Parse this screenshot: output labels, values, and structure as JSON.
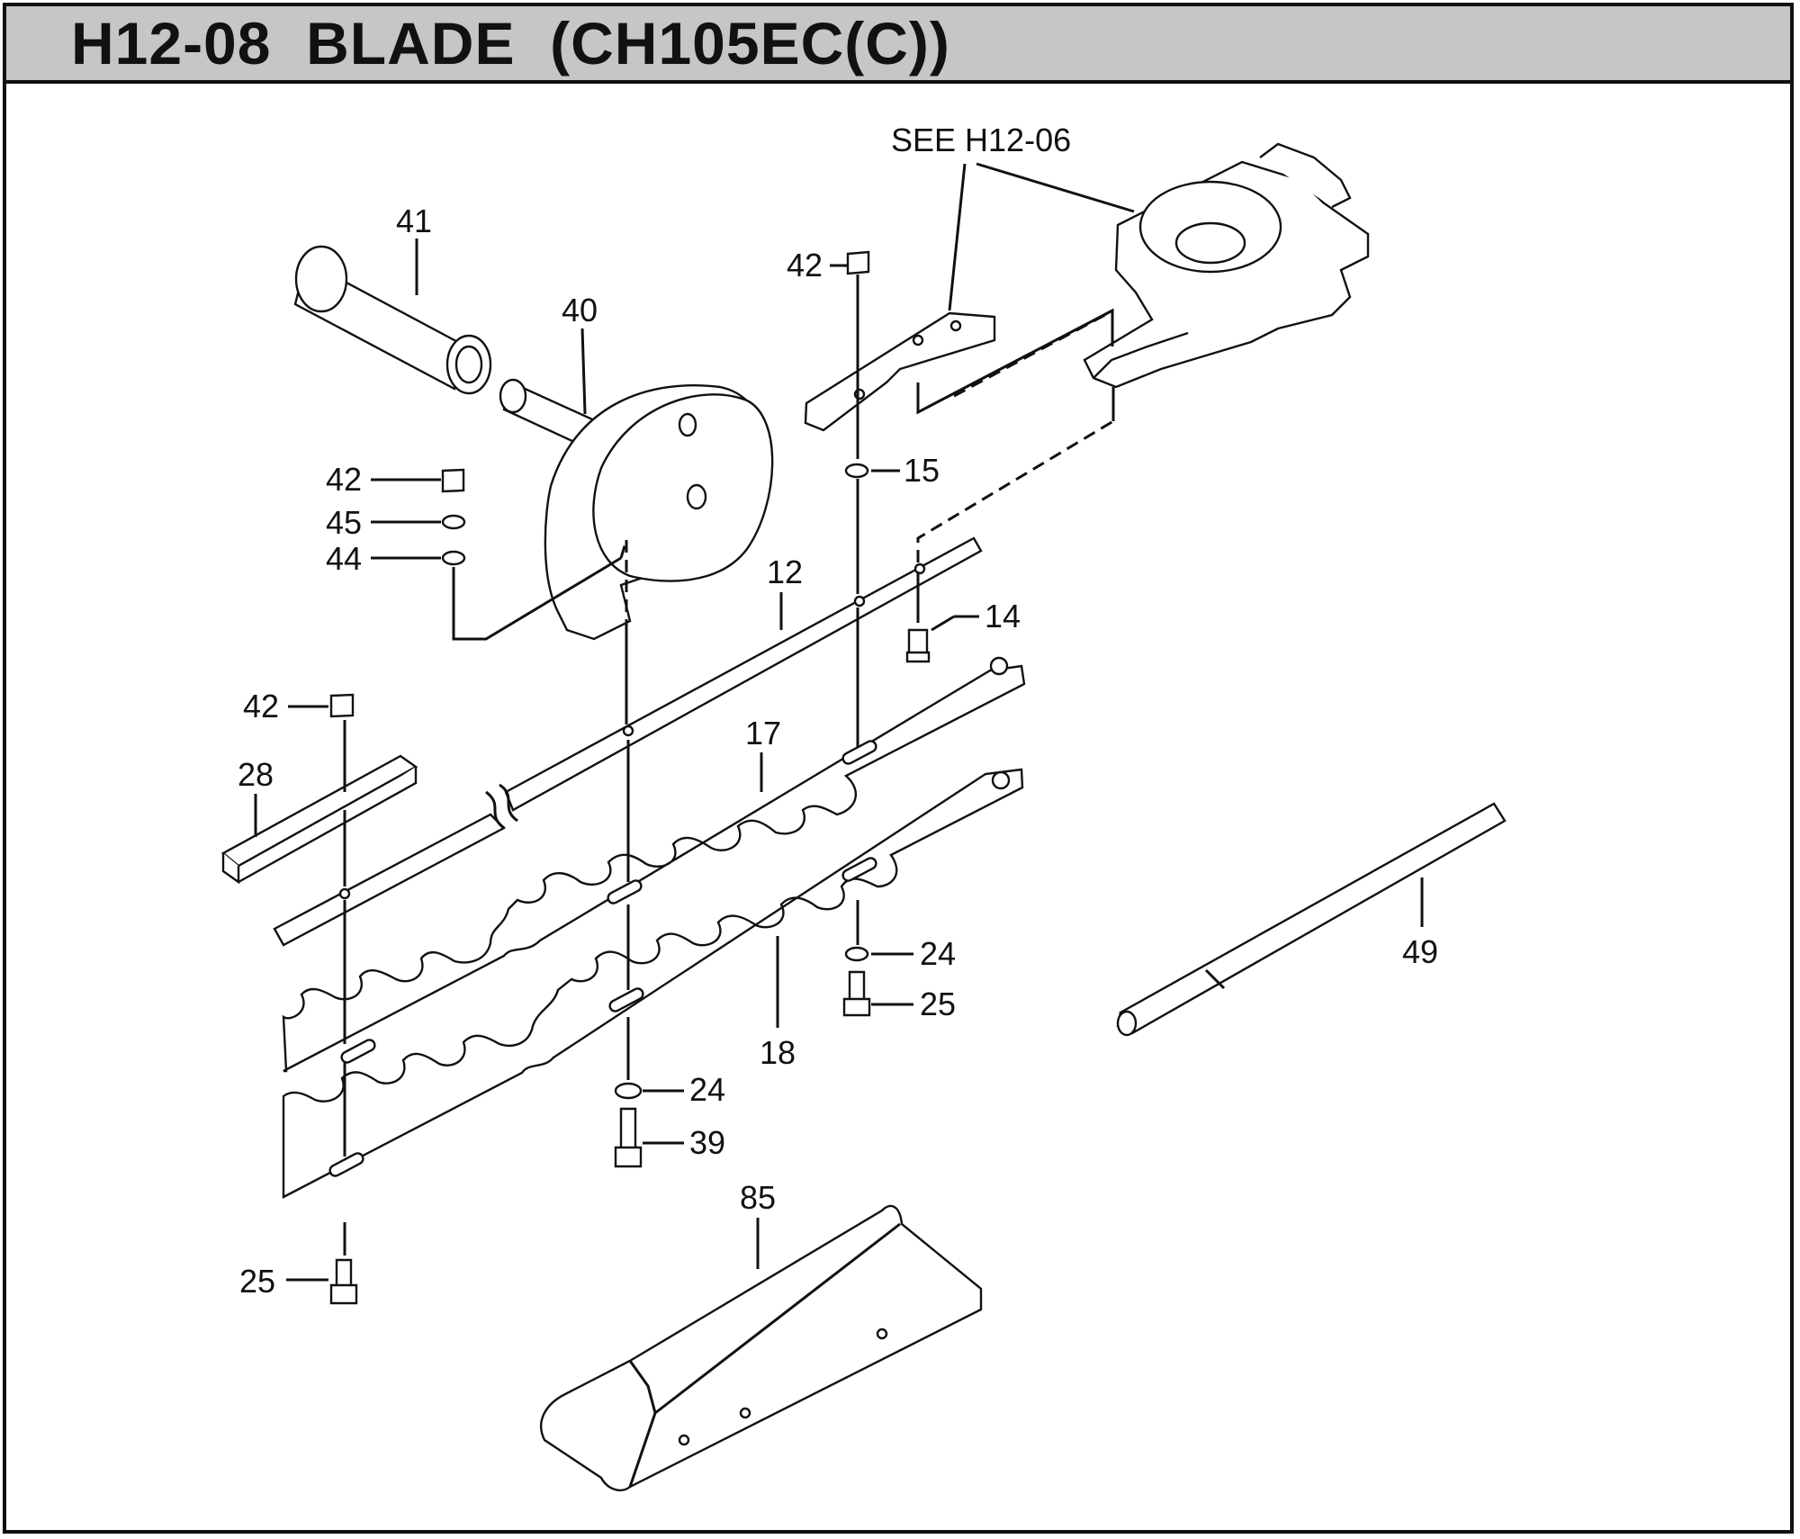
{
  "header": {
    "title": "H12-08  BLADE  (CH105EC(C))"
  },
  "reference": {
    "see_label": "SEE H12-06"
  },
  "callouts": {
    "c41": "41",
    "c40": "40",
    "c42a": "42",
    "c42b": "42",
    "c45": "45",
    "c44": "44",
    "c15": "15",
    "c12": "12",
    "c14": "14",
    "c42c": "42",
    "c28": "28",
    "c17": "17",
    "c24a": "24",
    "c25a": "25",
    "c18": "18",
    "c24b": "24",
    "c39": "39",
    "c49": "49",
    "c85": "85",
    "c25b": "25"
  }
}
